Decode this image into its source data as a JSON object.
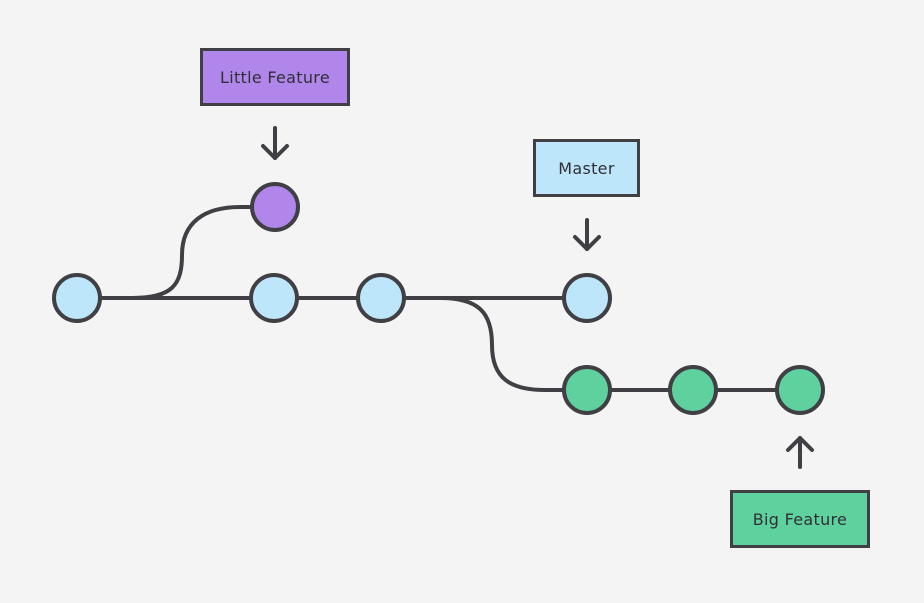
{
  "branches": {
    "little_feature": {
      "label": "Little Feature",
      "color": "#b086ea"
    },
    "master": {
      "label": "Master",
      "color": "#bee6fb"
    },
    "big_feature": {
      "label": "Big Feature",
      "color": "#5fd19f"
    }
  },
  "commits": {
    "master_line": 4,
    "little_feature": 1,
    "big_feature": 3
  },
  "colors": {
    "line": "#3f3f44",
    "background": "#f4f4f4"
  }
}
